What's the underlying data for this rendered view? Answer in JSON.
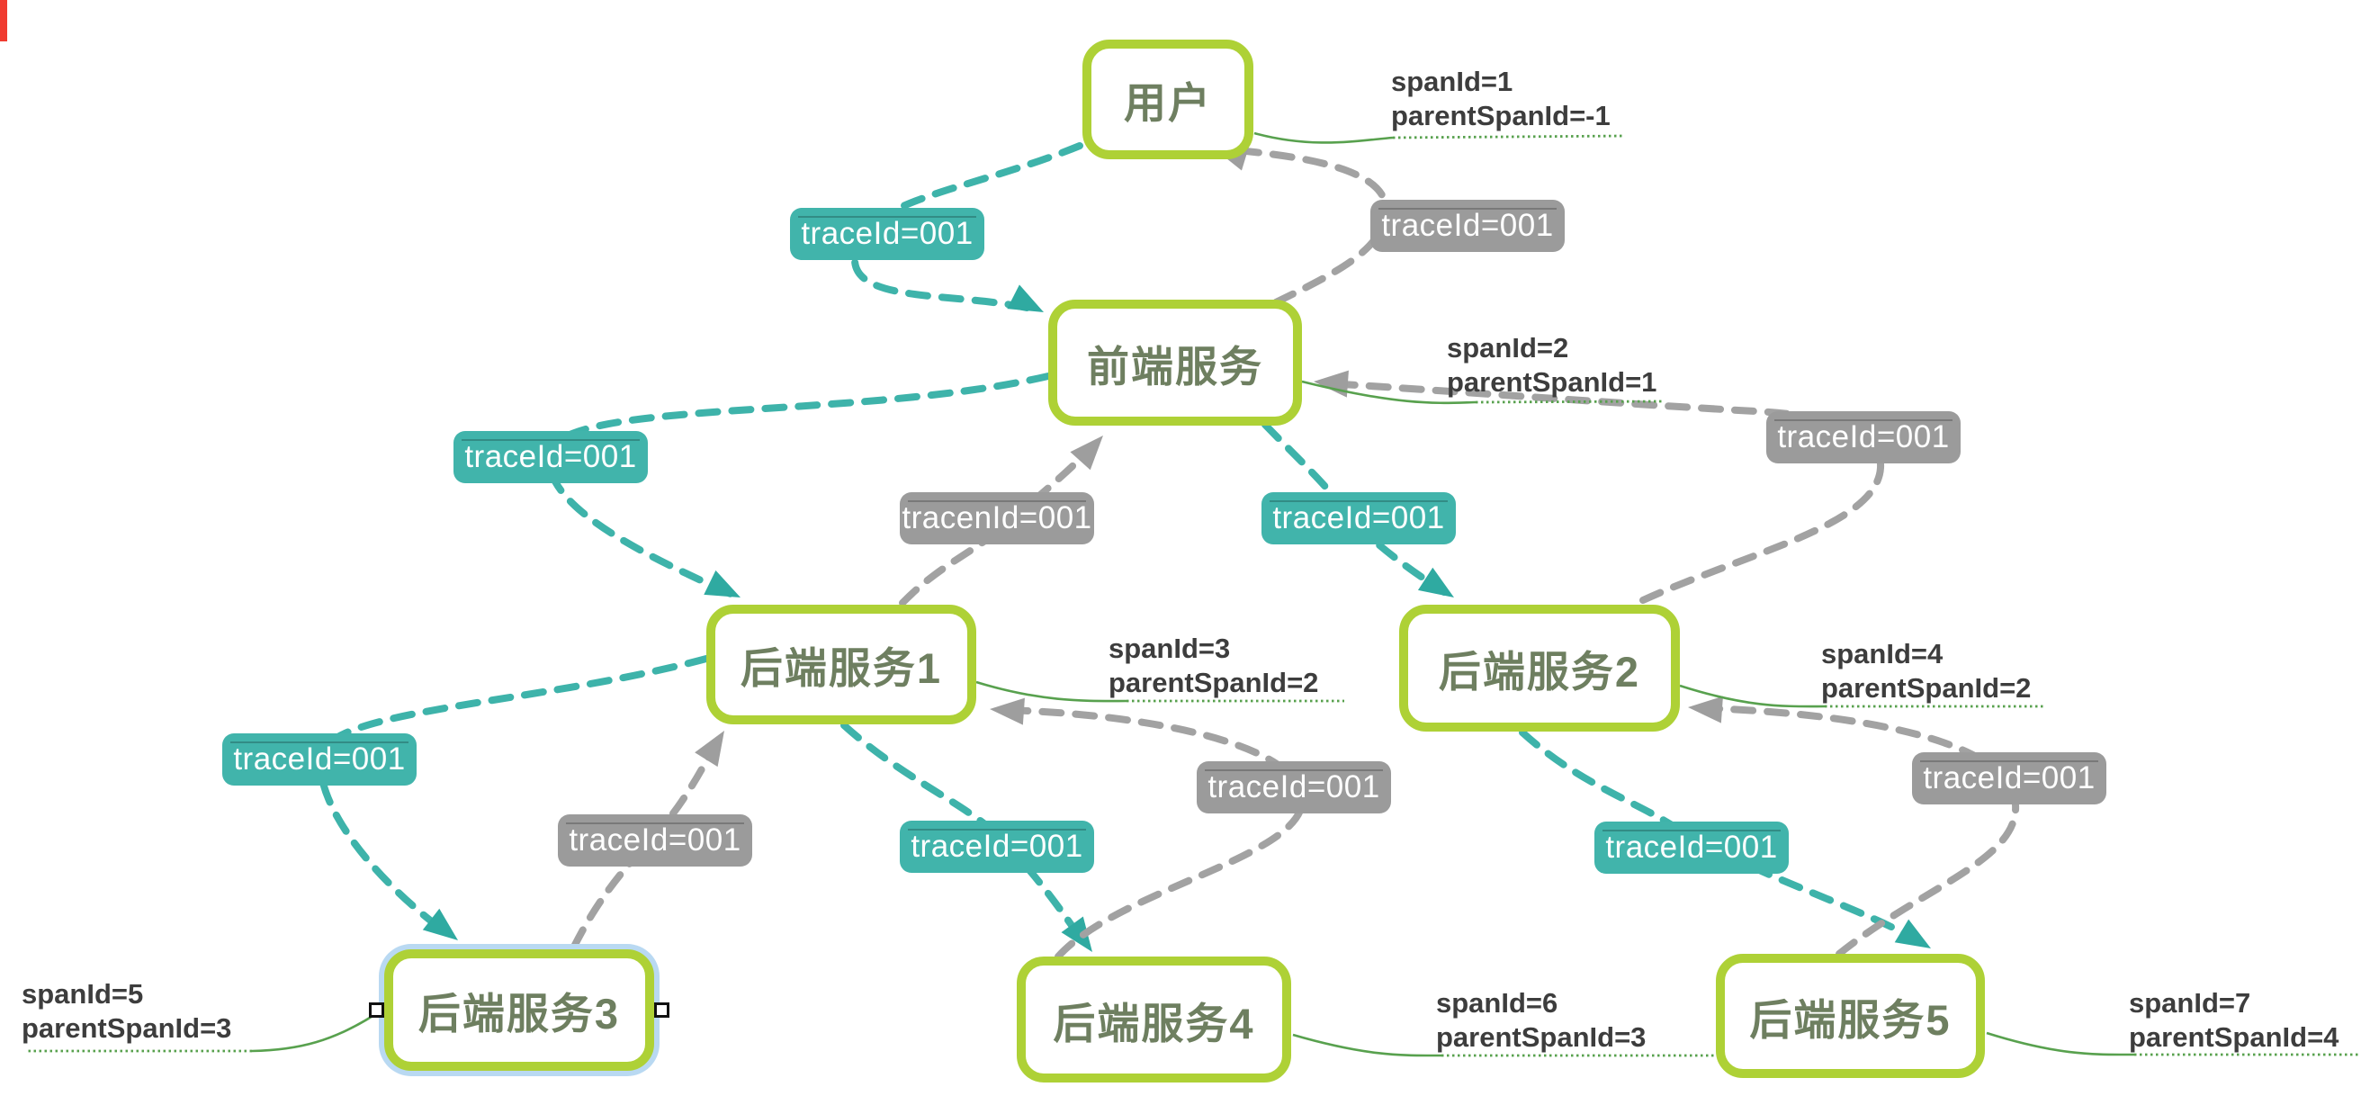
{
  "diagram_title": "trace / span propagation diagram",
  "colors": {
    "node_border": "#aed136",
    "node_text": "#6e7f60",
    "teal_accent": "#41b4ab",
    "gray_accent": "#9b9b9b",
    "span_text": "#3d3d3d",
    "underline_green": "#58a14e",
    "selection_blue": "#b9d9f2",
    "corner_mark_red": "#f03b30"
  },
  "nodes": {
    "user": {
      "label": "用户"
    },
    "frontend": {
      "label": "前端服务"
    },
    "backend1": {
      "label": "后端服务1"
    },
    "backend2": {
      "label": "后端服务2"
    },
    "backend3": {
      "label": "后端服务3",
      "selected": true
    },
    "backend4": {
      "label": "后端服务4"
    },
    "backend5": {
      "label": "后端服务5"
    }
  },
  "badges": {
    "trace": "traceId=001",
    "trace_typo": "tracenId=001"
  },
  "spans": {
    "s1": {
      "line1": "spanId=1",
      "line2": "parentSpanId=-1"
    },
    "s2": {
      "line1": "spanId=2",
      "line2": "parentSpanId=1"
    },
    "s3": {
      "line1": "spanId=3",
      "line2": "parentSpanId=2"
    },
    "s4": {
      "line1": "spanId=4",
      "line2": "parentSpanId=2"
    },
    "s5": {
      "line1": "spanId=5",
      "line2": "parentSpanId=3"
    },
    "s6": {
      "line1": "spanId=6",
      "line2": "parentSpanId=3"
    },
    "s7": {
      "line1": "spanId=7",
      "line2": "parentSpanId=4"
    }
  },
  "edges": [
    {
      "from": "user",
      "to": "frontend",
      "kind": "request-teal",
      "badge": "traceId=001"
    },
    {
      "from": "frontend",
      "to": "user",
      "kind": "response-gray",
      "badge": "traceId=001"
    },
    {
      "from": "frontend",
      "to": "backend1",
      "kind": "request-teal",
      "badge": "traceId=001"
    },
    {
      "from": "backend1",
      "to": "frontend",
      "kind": "response-gray",
      "badge": "tracenId=001"
    },
    {
      "from": "frontend",
      "to": "backend2",
      "kind": "request-teal",
      "badge": "traceId=001"
    },
    {
      "from": "backend2",
      "to": "frontend",
      "kind": "response-gray",
      "badge": "traceId=001"
    },
    {
      "from": "backend1",
      "to": "backend3",
      "kind": "request-teal",
      "badge": "traceId=001"
    },
    {
      "from": "backend3",
      "to": "backend1",
      "kind": "response-gray",
      "badge": "traceId=001"
    },
    {
      "from": "backend1",
      "to": "backend4",
      "kind": "request-teal",
      "badge": "traceId=001"
    },
    {
      "from": "backend4",
      "to": "backend1",
      "kind": "response-gray",
      "badge": "traceId=001"
    },
    {
      "from": "backend2",
      "to": "backend5",
      "kind": "request-teal",
      "badge": "traceId=001"
    },
    {
      "from": "backend5",
      "to": "backend2",
      "kind": "response-gray",
      "badge": "traceId=001"
    }
  ]
}
